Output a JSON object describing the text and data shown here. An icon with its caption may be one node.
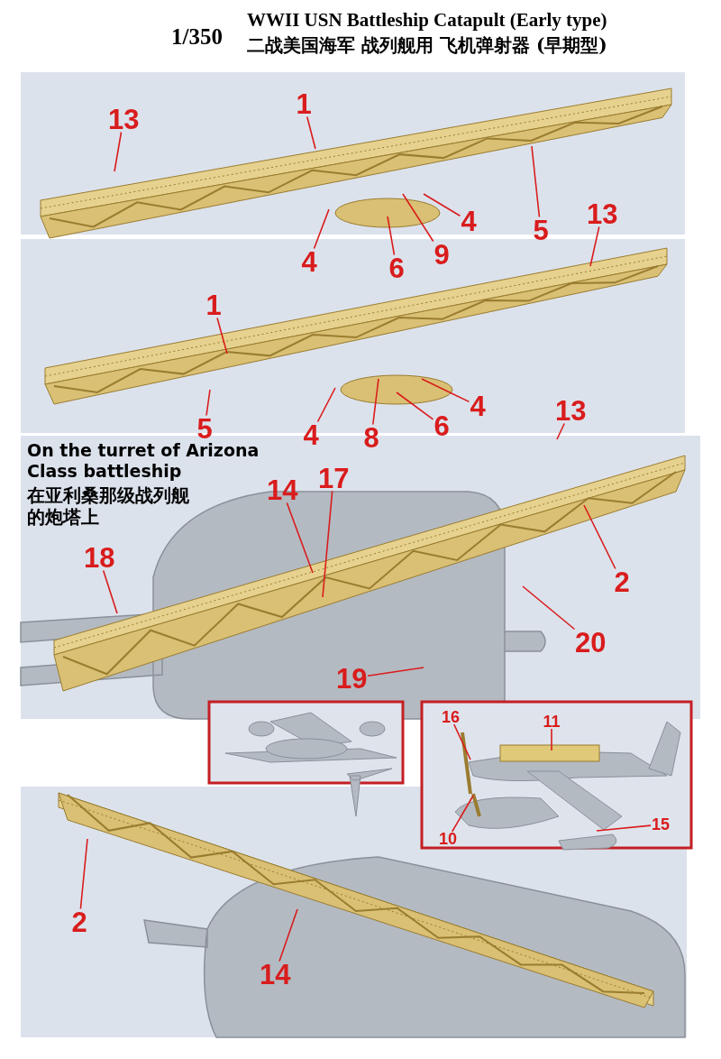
{
  "diagram": {
    "title": "WWII USN Battleship Catapult (Early type)",
    "nodes": [
      {
        "text": [
          "13"
        ]
      },
      {
        "text": [
          "1"
        ]
      },
      {
        "text": [
          "13"
        ]
      },
      {
        "text": [
          "4"
        ]
      },
      {
        "text": [
          "5"
        ]
      },
      {
        "text": [
          "4"
        ]
      },
      {
        "text": [
          "6"
        ]
      },
      {
        "text": [
          "9"
        ]
      },
      {
        "text": [
          "1"
        ]
      },
      {
        "text": [
          "13"
        ]
      },
      {
        "text": [
          "4"
        ]
      },
      {
        "text": [
          "5"
        ]
      },
      {
        "text": [
          "4"
        ]
      },
      {
        "text": [
          "8"
        ]
      },
      {
        "text": [
          "6"
        ]
      },
      {
        "text": [
          "14"
        ]
      },
      {
        "text": [
          "17"
        ]
      },
      {
        "text": [
          "18"
        ]
      },
      {
        "text": [
          "2"
        ]
      },
      {
        "text": [
          "20"
        ]
      },
      {
        "text": [
          "19"
        ]
      },
      {
        "text": [
          "16"
        ]
      },
      {
        "text": [
          "11"
        ]
      },
      {
        "text": [
          "10"
        ]
      },
      {
        "text": [
          "15"
        ]
      },
      {
        "text": [
          "2"
        ]
      },
      {
        "text": [
          "14"
        ]
      }
    ],
    "edges": [
      {
        "from": 0,
        "to": null,
        "arrow": "none"
      },
      {
        "from": 1,
        "to": null,
        "arrow": "none"
      },
      {
        "from": 2,
        "to": null,
        "arrow": "none"
      },
      {
        "from": 3,
        "to": null,
        "arrow": "none"
      },
      {
        "from": 4,
        "to": null,
        "arrow": "none"
      },
      {
        "from": 5,
        "to": null,
        "arrow": "none"
      },
      {
        "from": 6,
        "to": null,
        "arrow": "none"
      },
      {
        "from": 7,
        "to": null,
        "arrow": "none"
      },
      {
        "from": 8,
        "to": null,
        "arrow": "none"
      },
      {
        "from": 9,
        "to": null,
        "arrow": "none"
      },
      {
        "from": 10,
        "to": null,
        "arrow": "none"
      },
      {
        "from": 11,
        "to": null,
        "arrow": "none"
      },
      {
        "from": 12,
        "to": null,
        "arrow": "none"
      },
      {
        "from": 13,
        "to": null,
        "arrow": "none"
      },
      {
        "from": 14,
        "to": null,
        "arrow": "none"
      },
      {
        "from": 15,
        "to": null,
        "arrow": "none"
      },
      {
        "from": 16,
        "to": null,
        "arrow": "none"
      },
      {
        "from": 17,
        "to": null,
        "arrow": "none"
      },
      {
        "from": 18,
        "to": null,
        "arrow": "none"
      },
      {
        "from": 19,
        "to": null,
        "arrow": "none"
      },
      {
        "from": 20,
        "to": null,
        "arrow": "none"
      },
      {
        "from": 21,
        "to": null,
        "arrow": "none"
      },
      {
        "from": 22,
        "to": null,
        "arrow": "none"
      },
      {
        "from": 23,
        "to": null,
        "arrow": "none"
      },
      {
        "from": 24,
        "to": null,
        "arrow": "none"
      },
      {
        "from": 25,
        "to": null,
        "arrow": "none"
      },
      {
        "from": 26,
        "to": null,
        "arrow": "none"
      }
    ],
    "labels": [
      "1/350",
      "二战美国海军 战列舰用 飞机弹射器 (早期型)",
      "On the turret of Arizona Class battleship",
      "在亚利桑那级战列舰的炮塔上"
    ]
  }
}
